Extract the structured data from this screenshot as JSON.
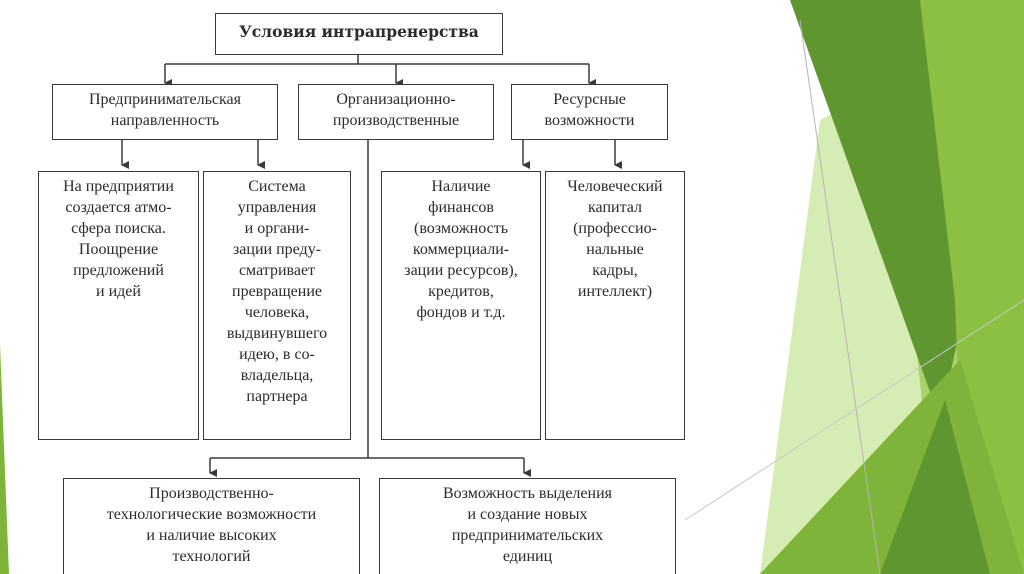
{
  "colors": {
    "accent_dark": "#5f9630",
    "accent_mid": "#7fb43a",
    "accent_light": "#a9d36a",
    "accent_pale": "#d6ecb5",
    "line": "#3a3a3a"
  },
  "diagram": {
    "root": {
      "lines": [
        "Условия интрапренерства"
      ]
    },
    "categories": [
      {
        "lines": [
          "Предпринимательская",
          "направленность"
        ]
      },
      {
        "lines": [
          "Организационно-",
          "производственные"
        ]
      },
      {
        "lines": [
          "Ресурсные",
          "возможности"
        ]
      }
    ],
    "details": [
      {
        "lines": [
          "На предприятии",
          "создается атмо-",
          "сфера поиска.",
          "Поощрение",
          "предложений",
          "и идей"
        ]
      },
      {
        "lines": [
          "Система",
          "управления",
          "и органи-",
          "зации преду-",
          "сматривает",
          "превращение",
          "человека,",
          "выдвинувшего",
          "идею, в со-",
          "владельца,",
          "партнера"
        ]
      },
      {
        "lines": [
          "Наличие",
          "финансов",
          "(возможность",
          "коммерциали-",
          "зации ресурсов),",
          "кредитов,",
          "фондов и т.д."
        ]
      },
      {
        "lines": [
          "Человеческий",
          "капитал",
          "(профессио-",
          "нальные",
          "кадры,",
          "интеллект)"
        ]
      }
    ],
    "bottom": [
      {
        "lines": [
          "Производственно-",
          "технологические возможности",
          "и наличие высоких",
          "технологий"
        ]
      },
      {
        "lines": [
          "Возможность выделения",
          "и создание новых",
          "предпринимательских",
          "единиц"
        ]
      }
    ]
  }
}
